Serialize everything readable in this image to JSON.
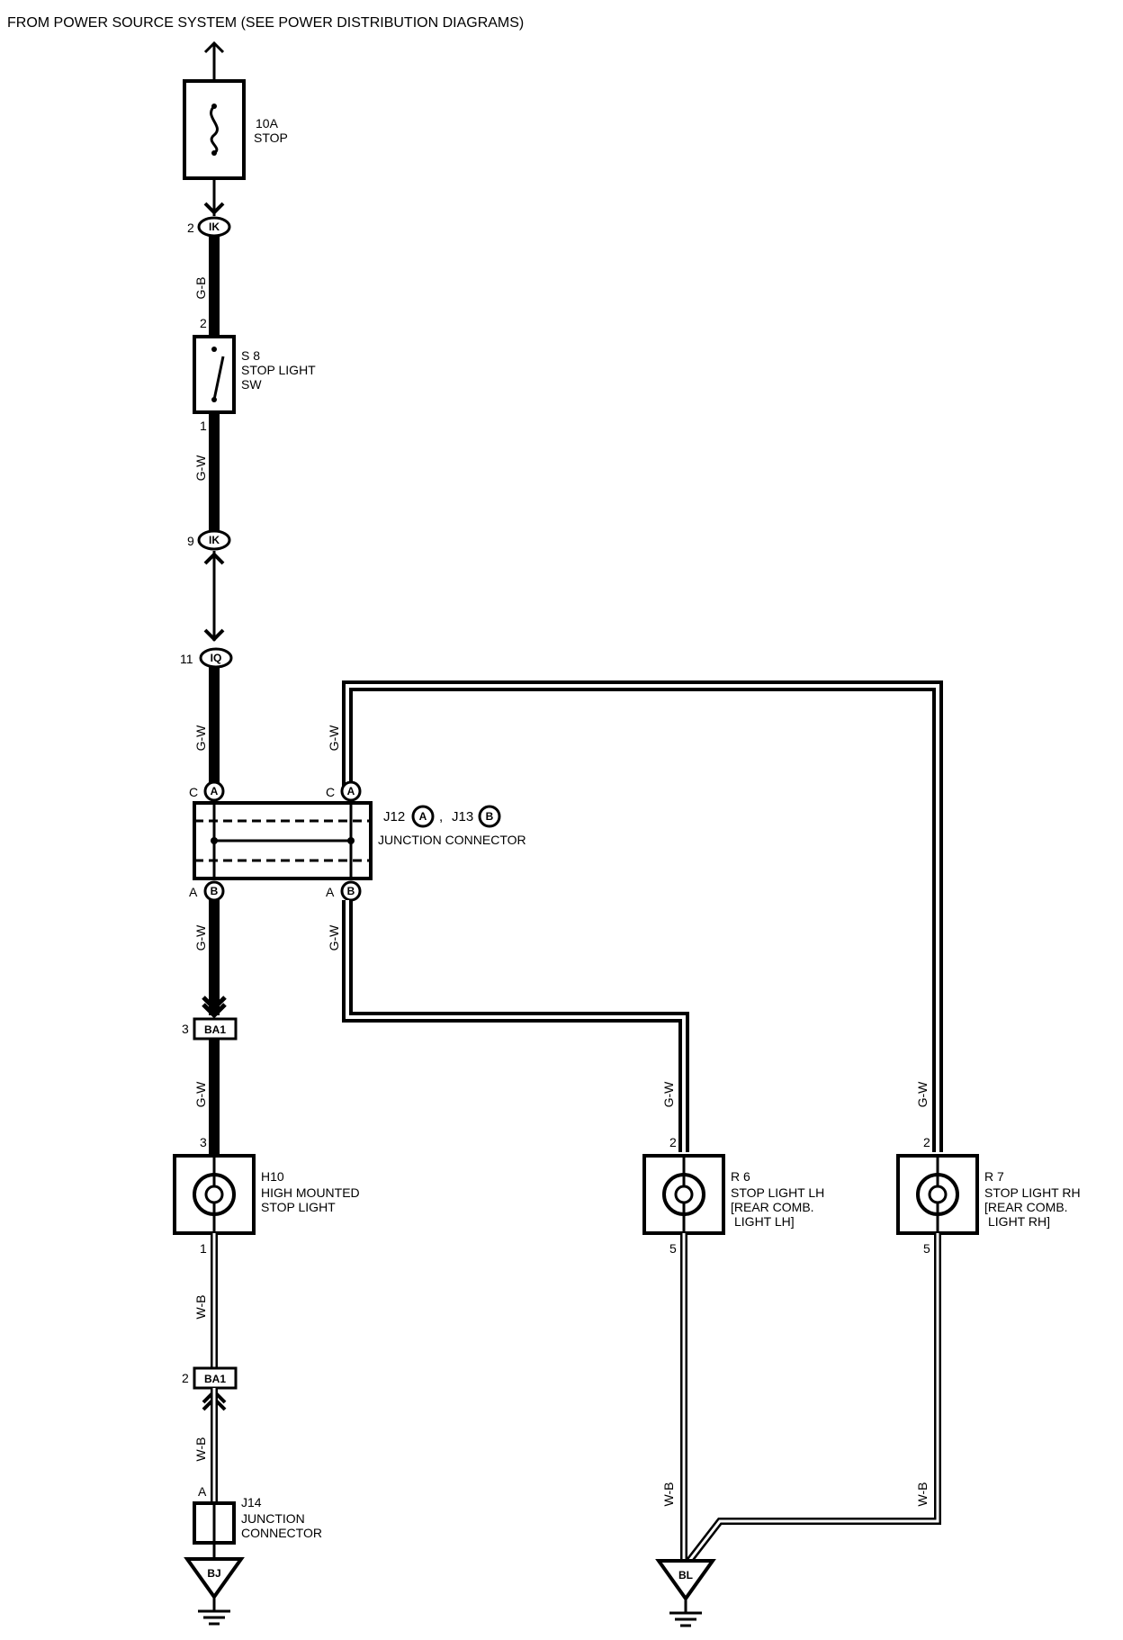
{
  "header": "FROM POWER SOURCE SYSTEM (SEE POWER DISTRIBUTION DIAGRAMS)",
  "fuse": {
    "rating": "10A",
    "name": "STOP"
  },
  "connectors": {
    "ik": "IK",
    "iq": "IQ",
    "ba1": "BA1",
    "j_a": "A",
    "j_b": "B",
    "ground": "BJ",
    "ground2": "BL"
  },
  "pins": {
    "p2": "2",
    "p1": "1",
    "p9": "9",
    "p11": "11",
    "p3": "3",
    "p5": "5",
    "pin_c": "C",
    "pin_a": "A"
  },
  "wires": {
    "gb": "G-B",
    "gw": "G-W",
    "wb": "W-B"
  },
  "switch": {
    "id": "S 8",
    "line1": "STOP LIGHT",
    "line2": "SW"
  },
  "junction_main": {
    "j12": "J12",
    "j13": "J13",
    "comma": ",",
    "name": "JUNCTION CONNECTOR"
  },
  "high_mount": {
    "id": "H10",
    "line1": "HIGH MOUNTED",
    "line2": "STOP LIGHT"
  },
  "lh": {
    "id": "R 6",
    "line1": "STOP LIGHT LH",
    "line2": "[REAR COMB.",
    "line3": "LIGHT LH]"
  },
  "rh": {
    "id": "R 7",
    "line1": "STOP LIGHT RH",
    "line2": "[REAR COMB.",
    "line3": "LIGHT RH]"
  },
  "j14": {
    "id": "J14",
    "line1": "JUNCTION",
    "line2": "CONNECTOR"
  }
}
